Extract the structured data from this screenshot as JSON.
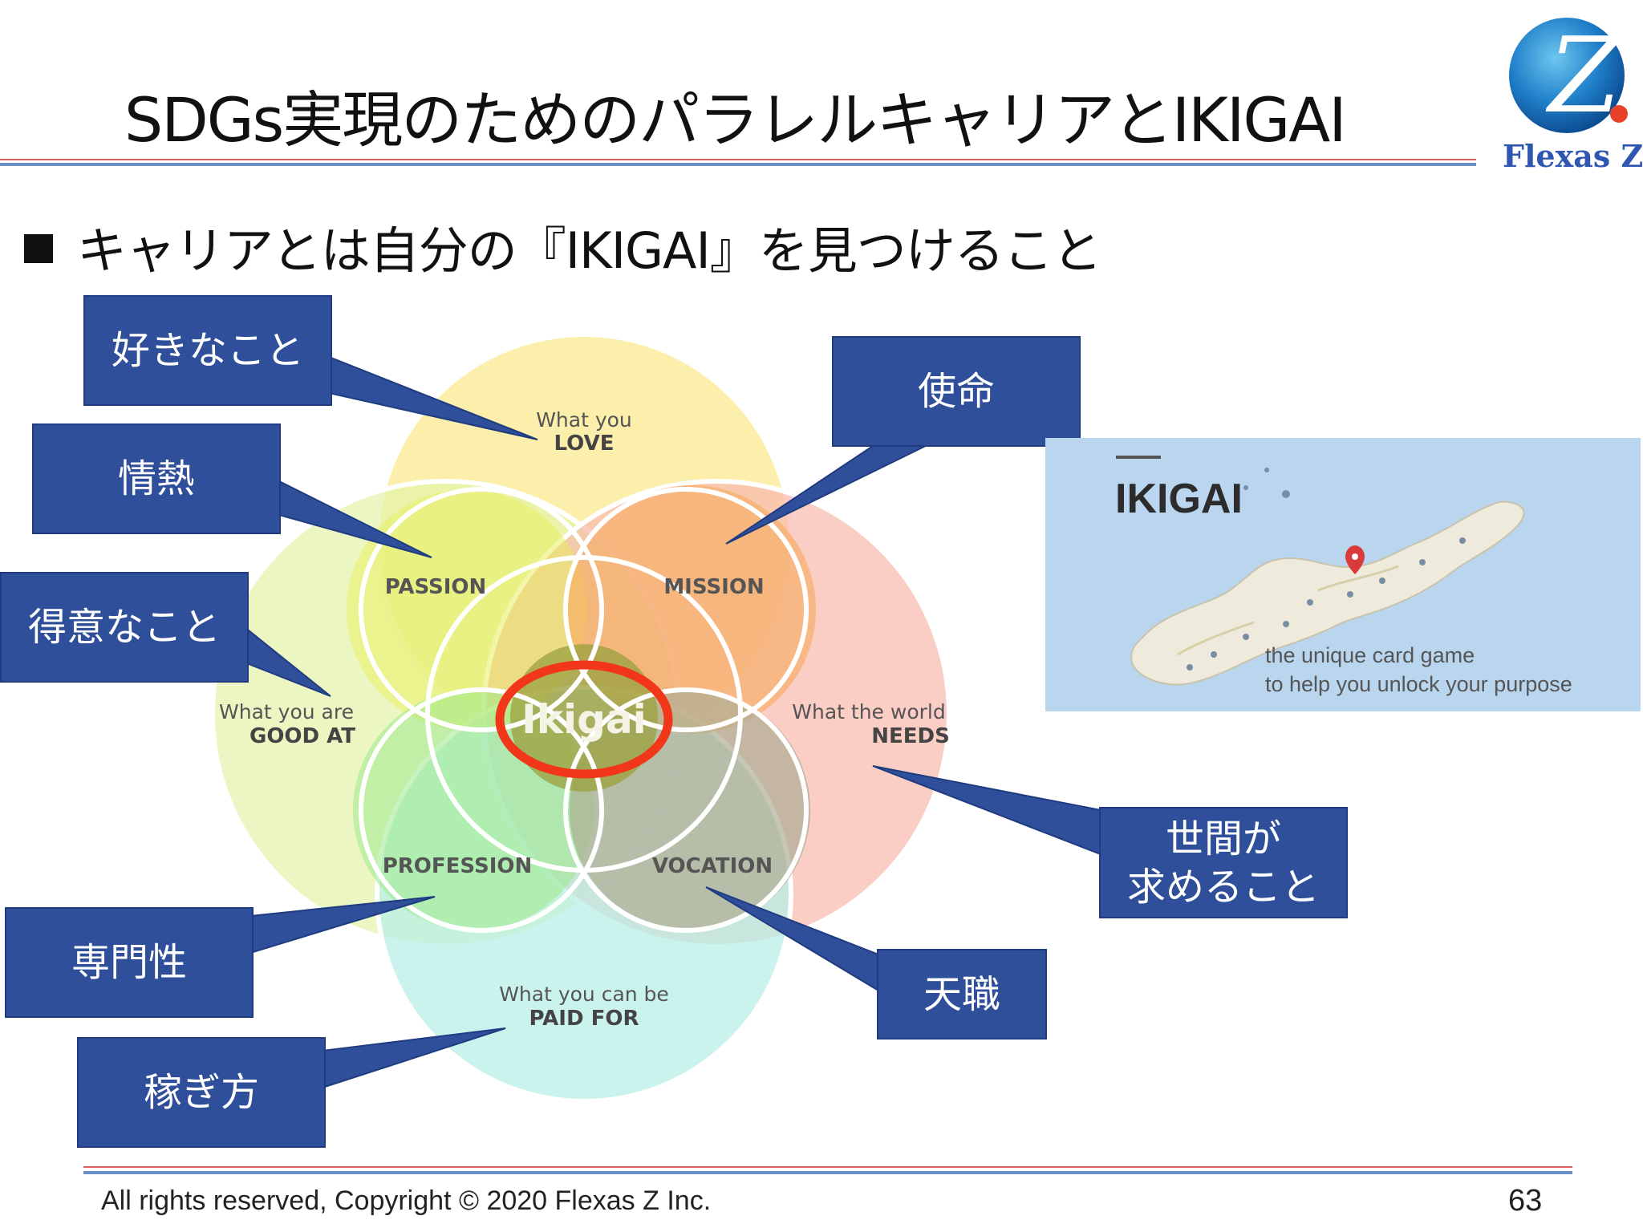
{
  "slide": {
    "title": "SDGs実現のためのパラレルキャリアとIKIGAI",
    "bullet": "キャリアとは自分の『IKIGAI』を見つけること"
  },
  "logo": {
    "text": "Flexas Z",
    "letter": "Z"
  },
  "venn": {
    "love": {
      "line1": "What you",
      "line2": "LOVE"
    },
    "good_at": {
      "line1": "What you are",
      "line2": "GOOD AT"
    },
    "needs": {
      "line1": "What the world",
      "line2": "NEEDS"
    },
    "paid_for": {
      "line1": "What you can be",
      "line2": "PAID FOR"
    },
    "passion": "PASSION",
    "mission": "MISSION",
    "profession": "PROFESSION",
    "vocation": "VOCATION",
    "center": "Ikigai"
  },
  "callouts": {
    "love": "好きなこと",
    "passion": "情熱",
    "good_at": "得意なこと",
    "mission": "使命",
    "needs_line1": "世間が",
    "needs_line2": "求めること",
    "profession": "専門性",
    "paid_for": "稼ぎ方",
    "vocation": "天職"
  },
  "photo": {
    "title": "IKIGAI",
    "subtitle_line1": "the unique card game",
    "subtitle_line2": "to help you unlock your purpose"
  },
  "footer": {
    "copyright": "All rights reserved, Copyright © 2020 Flexas Z  Inc.",
    "page": "63"
  },
  "colors": {
    "callout_bg": "#2f4f9a",
    "love_circle": "#fbe98a",
    "good_at_circle": "#e3f3a6",
    "needs_circle": "#f8b3a8",
    "paid_for_circle": "#b3eee6",
    "highlight_ring": "#f2361a"
  }
}
